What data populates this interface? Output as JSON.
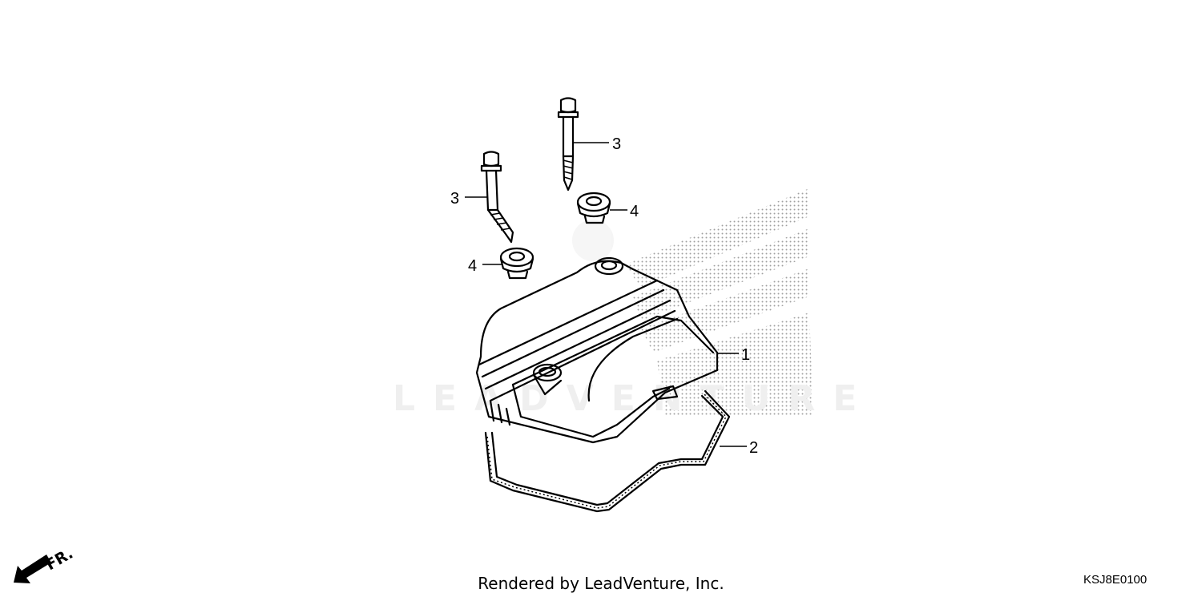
{
  "diagram": {
    "callouts": [
      {
        "id": "bolt-right",
        "label": "3"
      },
      {
        "id": "bolt-left",
        "label": "3"
      },
      {
        "id": "washer-right",
        "label": "4"
      },
      {
        "id": "washer-left",
        "label": "4"
      },
      {
        "id": "cylinder-head-cover",
        "label": "1"
      },
      {
        "id": "gasket",
        "label": "2"
      }
    ],
    "direction_label": "FR.",
    "watermark": "LEADVENTURE"
  },
  "footer": {
    "rendered_by": "Rendered by LeadVenture, Inc.",
    "diagram_code": "KSJ8E0100"
  },
  "colors": {
    "line": "#000000",
    "watermark": "#d9d9d9"
  }
}
